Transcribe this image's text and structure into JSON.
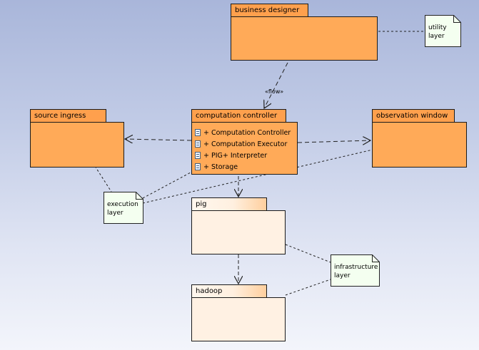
{
  "packages": {
    "business_designer": "business designer",
    "source_ingress": "source ingress",
    "computation_controller": {
      "name": "computation controller",
      "members": [
        {
          "visibility": "+",
          "name": "Computation Controller"
        },
        {
          "visibility": "+",
          "name": "Computation Executor"
        },
        {
          "visibility": "+",
          "name": "PIG+ Interpreter"
        },
        {
          "visibility": "+",
          "name": "Storage"
        }
      ]
    },
    "observation_window": "observation window",
    "pig": "pig",
    "hadoop": "hadoop"
  },
  "notes": {
    "utility": [
      "utility",
      "layer"
    ],
    "execution": [
      "execution",
      "layer"
    ],
    "infrastructure": [
      "infrastructure",
      "layer"
    ]
  },
  "relations": {
    "flow_stereotype": "«flow»"
  },
  "colors": {
    "package_orange": "#ffaa58",
    "package_light": "#fff1e3",
    "note_fill": "#f4fff0"
  }
}
